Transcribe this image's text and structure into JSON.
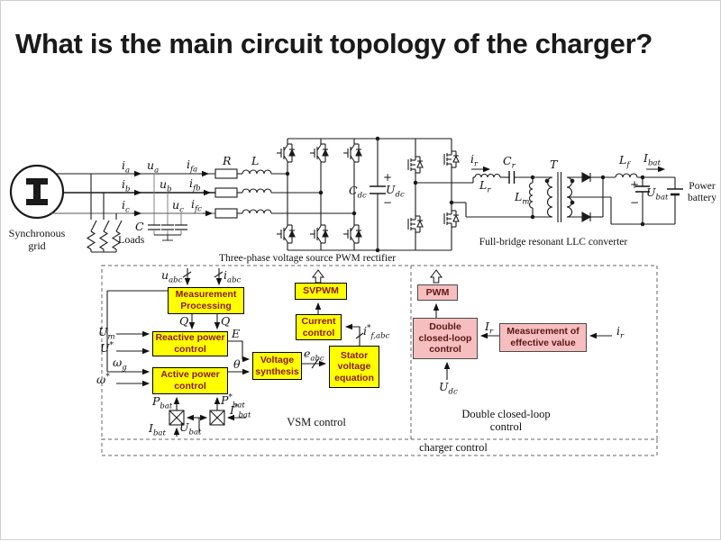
{
  "title": "What is the main circuit topology of the charger?",
  "colors": {
    "block_yellow": "#ffff00",
    "block_pink": "#f6bebe",
    "block_text_maroon": "#8a1600",
    "line_color": "#1a1a1a"
  },
  "circuit": {
    "captions": {
      "sync_grid": "Synchronous grid",
      "loads": "Loads",
      "rectifier": "Three-phase voltage source PWM rectifier",
      "llc": "Full-bridge resonant LLC converter",
      "battery": "Power battery"
    }
  },
  "control": {
    "blocks": {
      "measurement_processing": "Measurement Processing",
      "reactive_power": "Reactive power control",
      "active_power": "Active power control",
      "voltage_synthesis": "Voltage synthesis",
      "stator_voltage": "Stator voltage equation",
      "current_control": "Current control",
      "svpwm": "SVPWM",
      "pwm": "PWM",
      "double_closed_loop": "Double closed-loop control",
      "measurement_effective": "Measurement of effective value"
    },
    "captions": {
      "vsm": "VSM control",
      "dcl": "Double closed-loop control",
      "charger": "charger control"
    }
  },
  "symbols": {
    "ia": "i_a",
    "ib": "i_b",
    "ic": "i_c",
    "ua": "u_a",
    "ub": "u_b",
    "uc": "u_c",
    "ifa": "i_fa",
    "ifb": "i_fb",
    "ifc": "i_fc",
    "R": "R",
    "L": "L",
    "C": "C",
    "Cdc": "C_dc",
    "Udc": "U_dc",
    "plus": "+",
    "minus": "−",
    "ir": "i_r",
    "Lr": "L_r",
    "Cr": "C_r",
    "Lm": "L_m",
    "T": "T",
    "Lf": "L_f",
    "Ibat": "I_bat",
    "Ubat": "U_bat",
    "uabc": "u_abc",
    "iabc": "i_abc",
    "Q": "Q",
    "Um": "U_m",
    "Ustar": "U^*",
    "wg": "ω_g",
    "wstar": "ω^*",
    "E": "E",
    "theta": "θ",
    "eabc": "e_abc",
    "ifstar": "i^*_f,abc",
    "Pbat": "P_bat",
    "Pstar": "P^*_bat",
    "Ibatstar": "I^*_bat",
    "Ir": "I_r"
  }
}
